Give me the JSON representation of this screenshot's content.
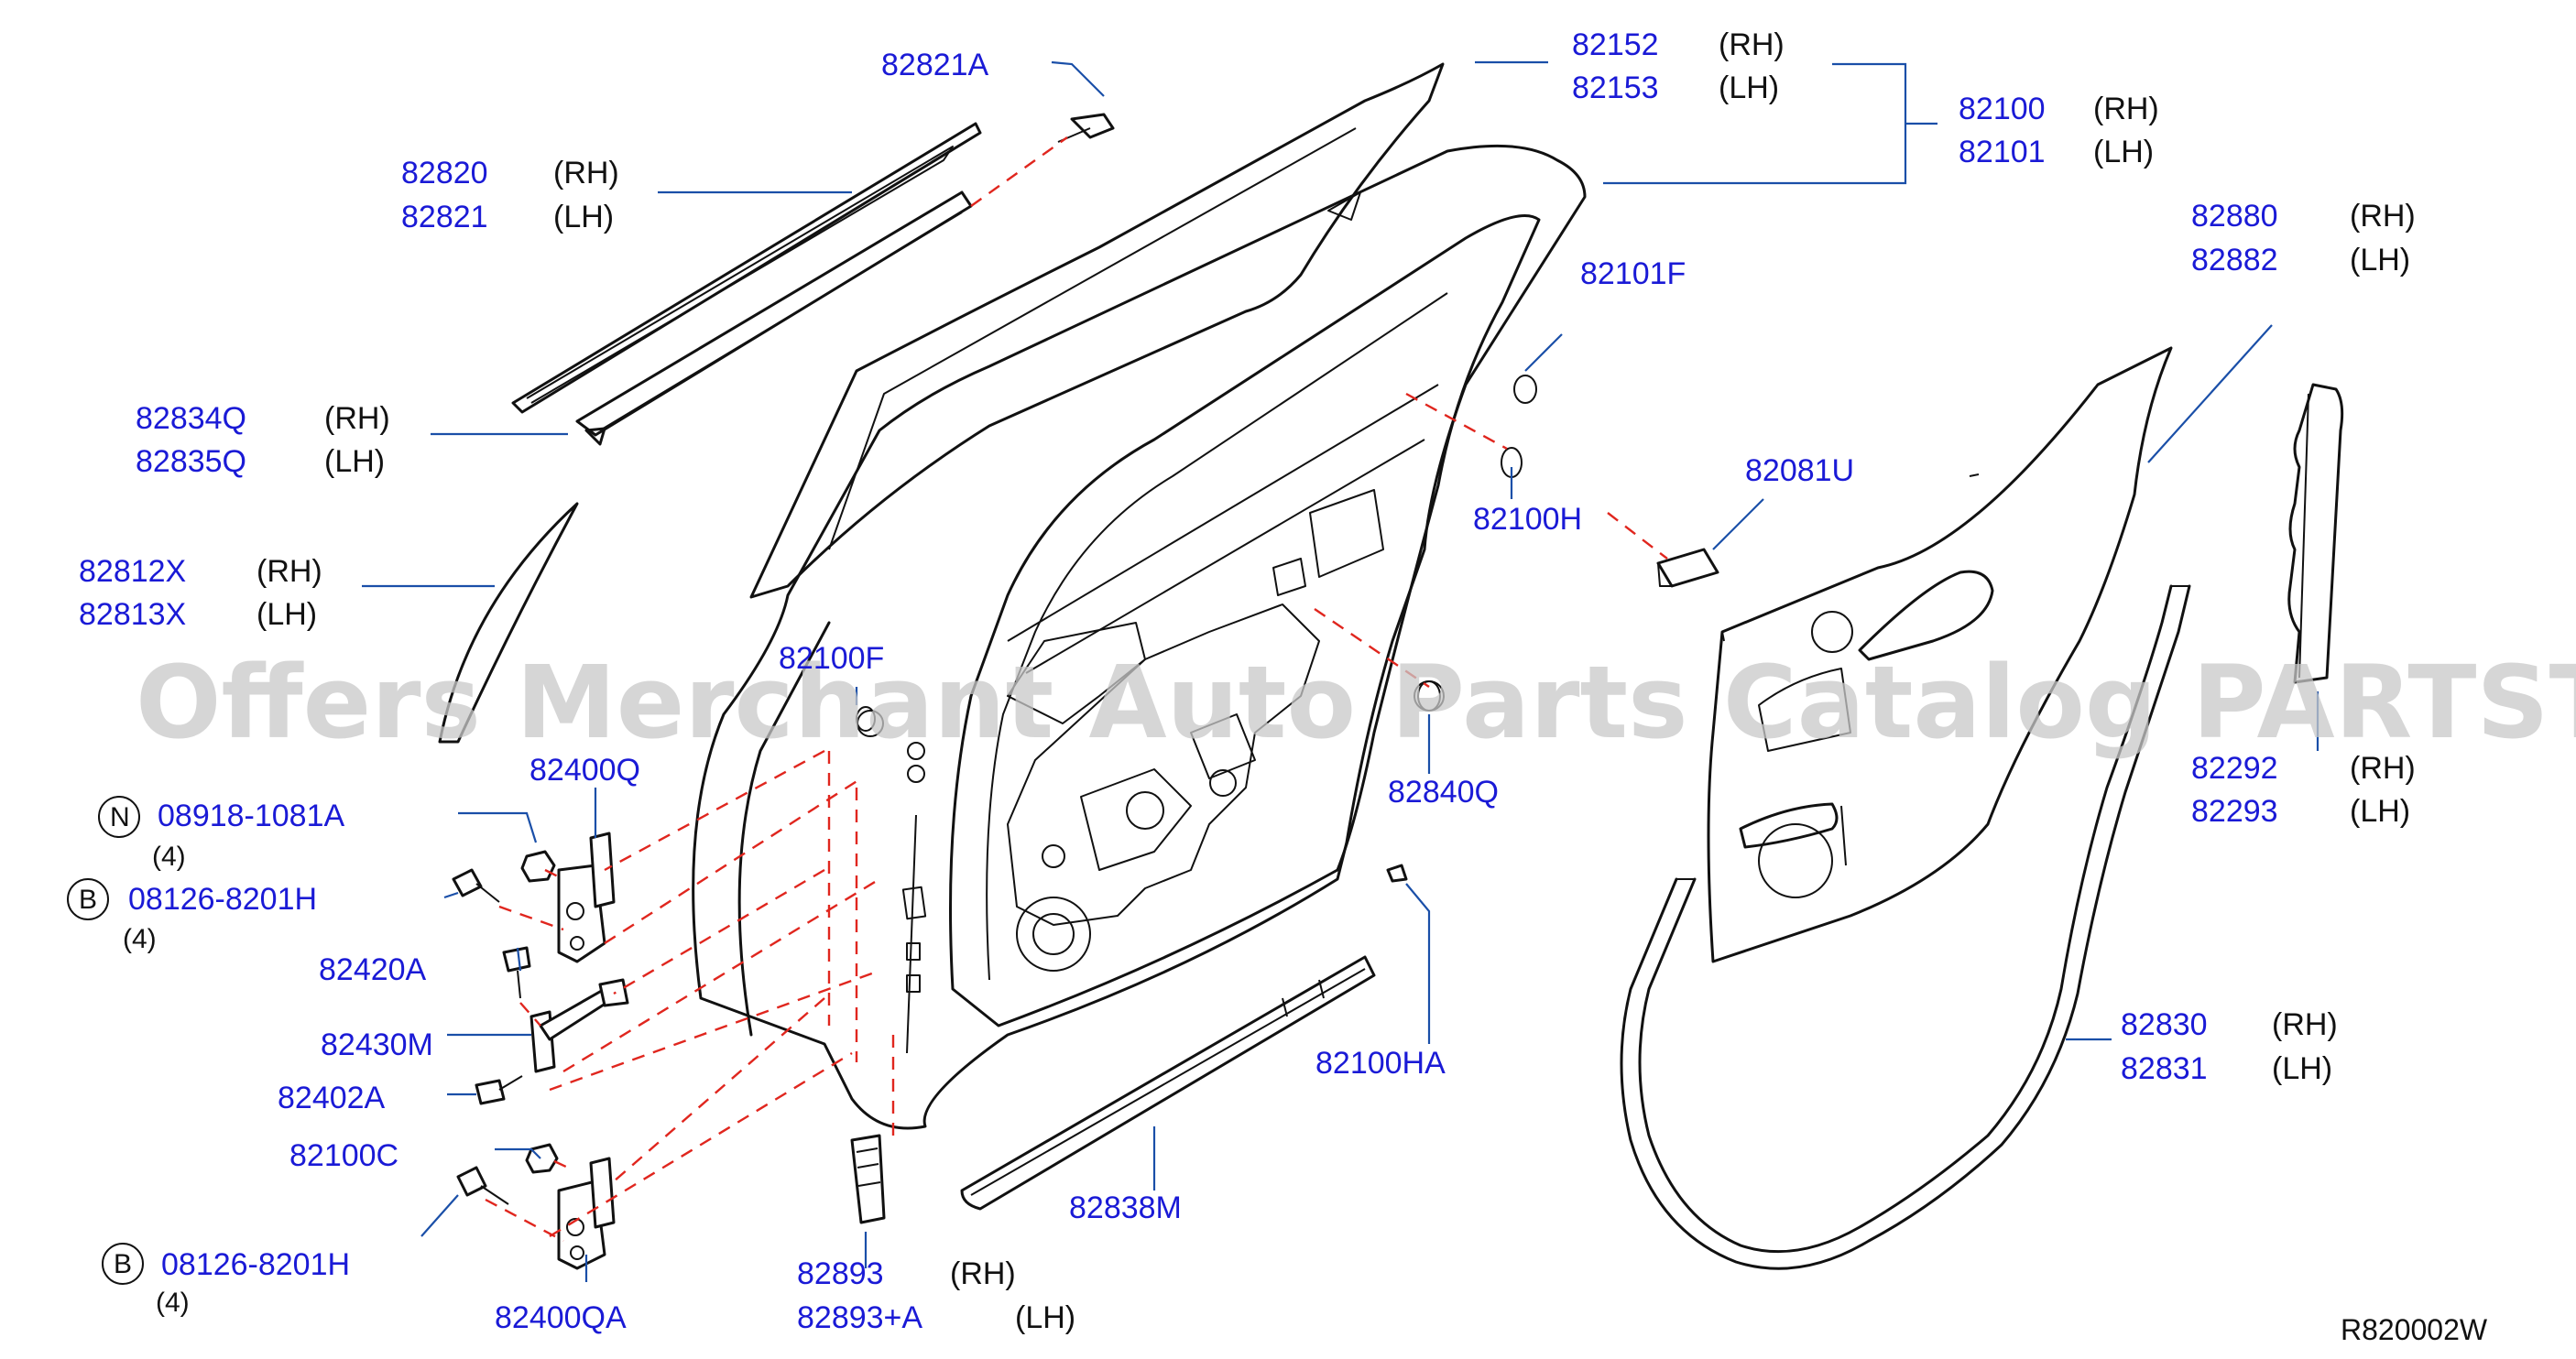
{
  "diagram_code": "R820002W",
  "watermark": "Offers Merchant Auto Parts Catalog PARTSTORE.SA",
  "colors": {
    "part_number": "#1a1ad6",
    "leader": "#1a4fa8",
    "dashed_guide": "#e0261e",
    "watermark": "#c8c8c8"
  },
  "labels": {
    "p82821A": "82821A",
    "p82820": "82820",
    "p82820_side": "(RH)",
    "p82821": "82821",
    "p82821_side": "(LH)",
    "p82834Q": "82834Q",
    "p82834Q_side": "(RH)",
    "p82835Q": "82835Q",
    "p82835Q_side": "(LH)",
    "p82812X": "82812X",
    "p82812X_side": "(RH)",
    "p82813X": "82813X",
    "p82813X_side": "(LH)",
    "p82100F": "82100F",
    "p82400Q": "82400Q",
    "n_symbol": "N",
    "p08918": "08918-1081A",
    "p08918_qty": "(4)",
    "b_symbol_1": "B",
    "p08126_1": "08126-8201H",
    "p08126_1_qty": "(4)",
    "p82420A": "82420A",
    "p82430M": "82430M",
    "p82402A": "82402A",
    "p82100C": "82100C",
    "b_symbol_2": "B",
    "p08126_2": "08126-8201H",
    "p08126_2_qty": "(4)",
    "p82400QA": "82400QA",
    "p82893": "82893",
    "p82893_side": "(RH)",
    "p82893A": "82893+A",
    "p82893A_side": "(LH)",
    "p82838M": "82838M",
    "p82100HA": "82100HA",
    "p82840Q": "82840Q",
    "p82100H": "82100H",
    "p82101F": "82101F",
    "p82081U": "82081U",
    "p82152": "82152",
    "p82152_side": "(RH)",
    "p82153": "82153",
    "p82153_side": "(LH)",
    "p82100": "82100",
    "p82100_side": "(RH)",
    "p82101": "82101",
    "p82101_side": "(LH)",
    "p82880": "82880",
    "p82880_side": "(RH)",
    "p82882": "82882",
    "p82882_side": "(LH)",
    "p82292": "82292",
    "p82292_side": "(RH)",
    "p82293": "82293",
    "p82293_side": "(LH)",
    "p82830": "82830",
    "p82830_side": "(RH)",
    "p82831": "82831",
    "p82831_side": "(LH)"
  }
}
